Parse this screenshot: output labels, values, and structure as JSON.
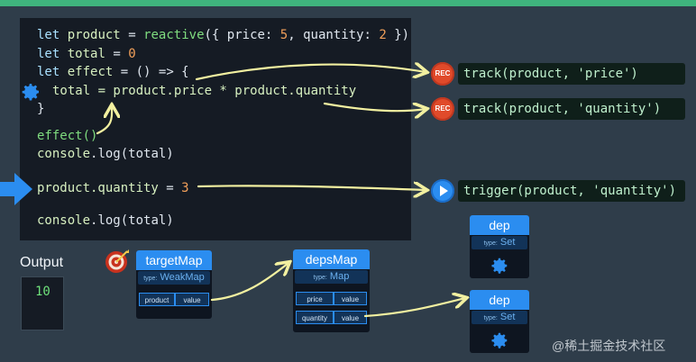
{
  "code": {
    "line1": {
      "kw": "let",
      "name": "product",
      "op": "=",
      "fn": "reactive",
      "args": "({ price: ",
      "price": "5",
      ",": ", quantity: ",
      "qty": "2",
      "end": " })"
    },
    "line2": {
      "kw": "let",
      "name": "total",
      "op": "=",
      "val": "0"
    },
    "line3": {
      "kw": "let",
      "name": "effect",
      "rest": "= () => {"
    },
    "line4": {
      "text": "total = product.price * product.quantity"
    },
    "line5": {
      "text": "}"
    },
    "line6": {
      "text": "effect()"
    },
    "line7": {
      "fn": "console",
      "rest": ".log(total)"
    },
    "line8": {
      "a": "product.quantity",
      "op": " = ",
      "val": "3"
    },
    "line9": {
      "fn": "console",
      "rest": ".log(total)"
    }
  },
  "actions": {
    "track_price": "track(product, 'price')",
    "track_quantity": "track(product, 'quantity')",
    "trigger_quantity": "trigger(product, 'quantity')",
    "rec_label": "REC"
  },
  "output": {
    "label": "Output",
    "value": "10"
  },
  "targetMap": {
    "title": "targetMap",
    "type_prefix": "type:",
    "type": "WeakMap",
    "key": "product",
    "value": "value"
  },
  "depsMap": {
    "title": "depsMap",
    "type_prefix": "type:",
    "type": "Map",
    "rows": [
      {
        "key": "price",
        "value": "value"
      },
      {
        "key": "quantity",
        "value": "value"
      }
    ]
  },
  "dep1": {
    "title": "dep",
    "type_prefix": "type:",
    "type": "Set"
  },
  "dep2": {
    "title": "dep",
    "type_prefix": "type:",
    "type": "Set"
  },
  "watermark": "@稀土掘金技术社区",
  "colors": {
    "accent": "#2b8df0",
    "rec": "#e04a2a",
    "panel": "#151b24",
    "background": "#2f3d4a",
    "arrow": "#f2f0a0"
  }
}
